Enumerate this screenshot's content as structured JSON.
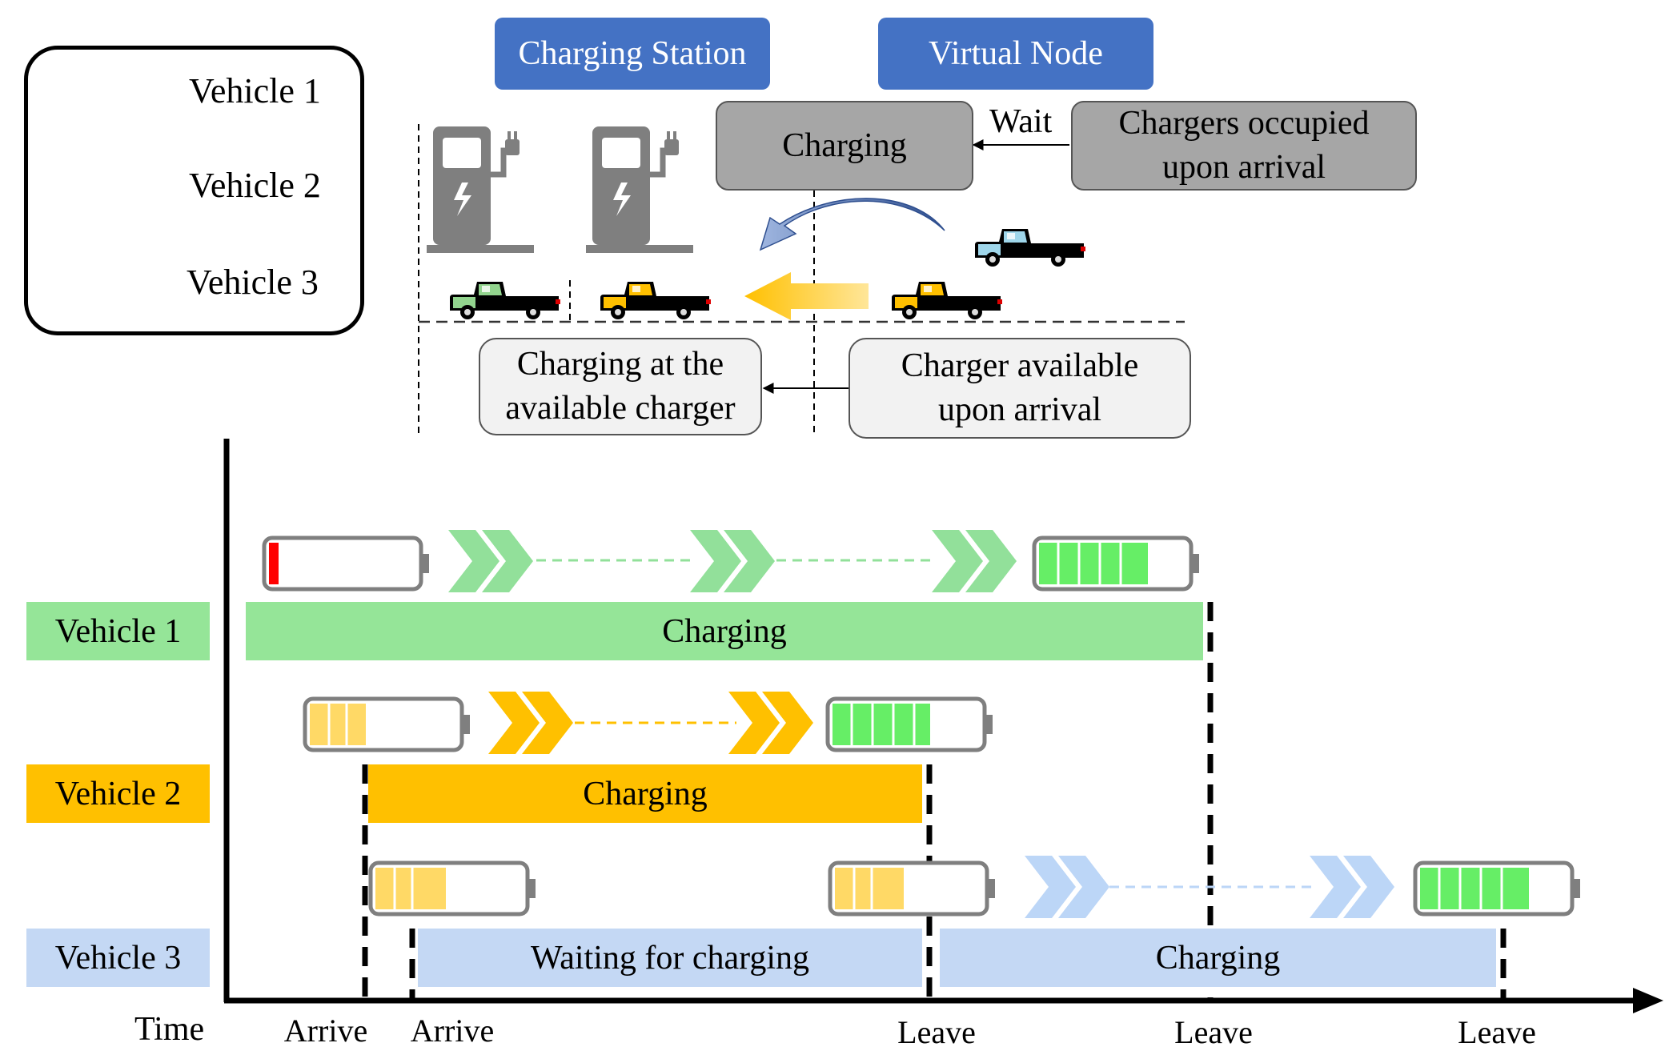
{
  "legend": {
    "items": [
      {
        "label": "Vehicle 1",
        "color": "#92d48e"
      },
      {
        "label": "Vehicle 2",
        "color": "#ffc000"
      },
      {
        "label": "Vehicle 3",
        "color": "#9fd6ea"
      }
    ]
  },
  "station": {
    "charging_station_label": "Charging Station",
    "virtual_node_label": "Virtual Node",
    "charging_box": "Charging",
    "wait_label": "Wait",
    "chargers_occupied": "Chargers occupied upon arrival",
    "charging_available": "Charging at the available charger",
    "charger_available": "Charger available upon arrival"
  },
  "timeline": {
    "rows": [
      {
        "label": "Vehicle 1",
        "color": "#95e598"
      },
      {
        "label": "Vehicle 2",
        "color": "#ffc000"
      },
      {
        "label": "Vehicle 3",
        "color": "#c4d8f4"
      }
    ],
    "bars": {
      "v1_charging": "Charging",
      "v2_charging": "Charging",
      "v3_waiting": "Waiting for charging",
      "v3_charging": "Charging"
    },
    "axis_label": "Time",
    "ticks": {
      "arrive_1": "Arrive",
      "arrive_2": "Arrive",
      "leave_1": "Leave",
      "leave_2": "Leave",
      "leave_3": "Leave"
    }
  },
  "colors": {
    "header_blue": "#4472c4",
    "battery_red": "#ff0000",
    "battery_green": "#66ee66",
    "battery_yellow": "#ffd966",
    "v1_chevron": "#92e09a",
    "v2_chevron": "#ffc000",
    "v3_chevron": "#bcd6f7"
  }
}
